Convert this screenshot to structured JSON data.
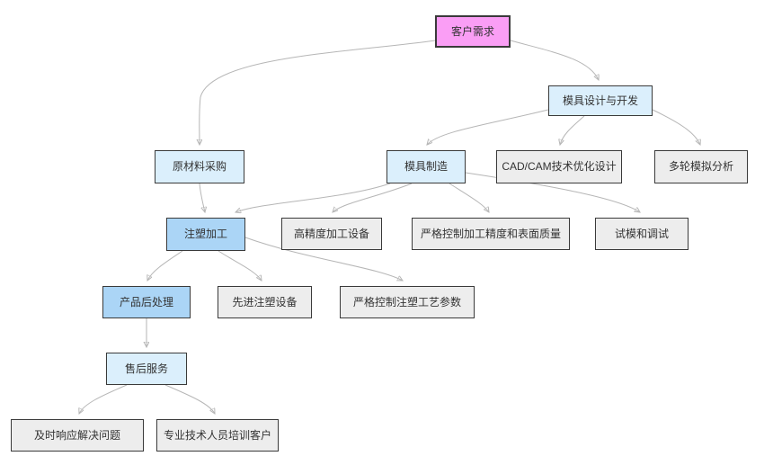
{
  "diagram": {
    "type": "flowchart",
    "background": "#ffffff",
    "edge_color": "#b6b6b6",
    "arrow_color": "#8f8f8f",
    "text_color": "#333333",
    "border_color": "#3a3a3a",
    "colors": {
      "root": "#fa9ef5",
      "primary": "#dbeffc",
      "secondary": "#abd5f6",
      "leaf": "#ededed"
    },
    "nodes": [
      {
        "id": "customer-demand",
        "label": "客户需求",
        "type": "root"
      },
      {
        "id": "mold-design",
        "label": "模具设计与开发",
        "type": "primary"
      },
      {
        "id": "raw-material",
        "label": "原材料采购",
        "type": "primary"
      },
      {
        "id": "mold-manufacturing",
        "label": "模具制造",
        "type": "primary"
      },
      {
        "id": "cad-cam",
        "label": "CAD/CAM技术优化设计",
        "type": "leaf"
      },
      {
        "id": "multi-sim",
        "label": "多轮模拟分析",
        "type": "leaf"
      },
      {
        "id": "injection",
        "label": "注塑加工",
        "type": "secondary"
      },
      {
        "id": "high-precision",
        "label": "高精度加工设备",
        "type": "leaf"
      },
      {
        "id": "strict-precision",
        "label": "严格控制加工精度和表面质量",
        "type": "leaf"
      },
      {
        "id": "trial-mold",
        "label": "试模和调试",
        "type": "leaf"
      },
      {
        "id": "post-processing",
        "label": "产品后处理",
        "type": "secondary"
      },
      {
        "id": "advanced-equipment",
        "label": "先进注塑设备",
        "type": "leaf"
      },
      {
        "id": "strict-params",
        "label": "严格控制注塑工艺参数",
        "type": "leaf"
      },
      {
        "id": "after-sales",
        "label": "售后服务",
        "type": "primary"
      },
      {
        "id": "timely-response",
        "label": "及时响应解决问题",
        "type": "leaf"
      },
      {
        "id": "training",
        "label": "专业技术人员培训客户",
        "type": "leaf"
      }
    ],
    "edges": [
      {
        "from": "customer-demand",
        "to": "raw-material"
      },
      {
        "from": "customer-demand",
        "to": "mold-design"
      },
      {
        "from": "mold-design",
        "to": "mold-manufacturing"
      },
      {
        "from": "mold-design",
        "to": "cad-cam"
      },
      {
        "from": "mold-design",
        "to": "multi-sim"
      },
      {
        "from": "raw-material",
        "to": "injection"
      },
      {
        "from": "mold-manufacturing",
        "to": "injection"
      },
      {
        "from": "mold-manufacturing",
        "to": "high-precision"
      },
      {
        "from": "mold-manufacturing",
        "to": "strict-precision"
      },
      {
        "from": "mold-manufacturing",
        "to": "trial-mold"
      },
      {
        "from": "injection",
        "to": "post-processing"
      },
      {
        "from": "injection",
        "to": "advanced-equipment"
      },
      {
        "from": "injection",
        "to": "strict-params"
      },
      {
        "from": "post-processing",
        "to": "after-sales"
      },
      {
        "from": "after-sales",
        "to": "timely-response"
      },
      {
        "from": "after-sales",
        "to": "training"
      }
    ]
  }
}
